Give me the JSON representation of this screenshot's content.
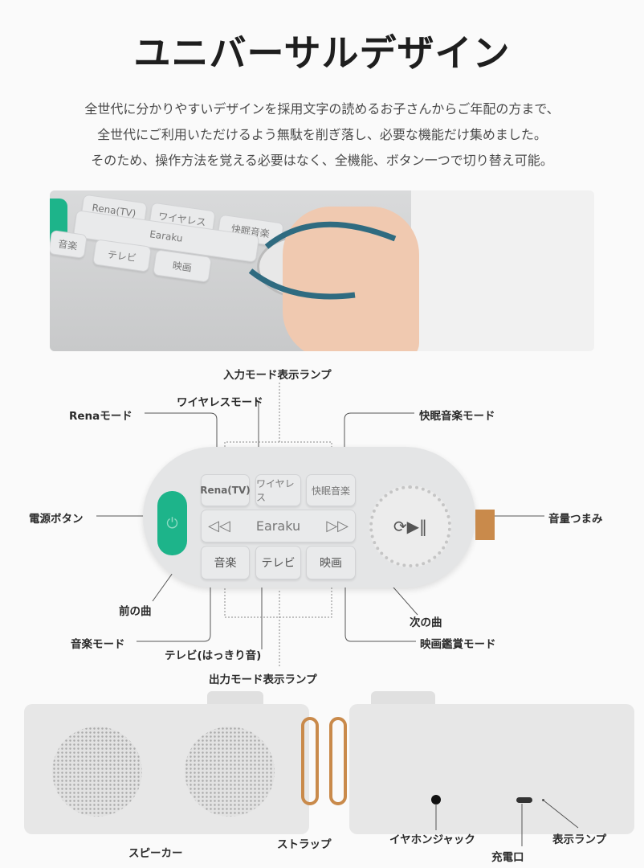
{
  "title": "ユニバーサルデザイン",
  "description": [
    "全世代に分かりやすいデザインを採用文字の読めるお子さんからご年配の方まで、",
    "全世代にご利用いただけるよう無駄を削ぎ落し、必要な機能だけ集めました。",
    "そのため、操作方法を覚える必要はなく、全機能、ボタン一つで切り替え可能。"
  ],
  "device": {
    "brand": "Earaku",
    "buttons": {
      "rena": "Rena(TV)",
      "wireless": "ワイヤレス",
      "sleep": "快眠音楽",
      "music": "音楽",
      "tv": "テレビ",
      "movie": "映画"
    },
    "accent_color": "#1db48a",
    "strap_color": "#c98a4b"
  },
  "callouts": {
    "input_lamp": "入力モード表示ランプ",
    "wireless_mode": "ワイヤレスモード",
    "rena_mode": "Renaモード",
    "sleep_mode": "快眠音楽モード",
    "power": "電源ボタン",
    "volume": "音量つまみ",
    "prev": "前の曲",
    "next": "次の曲",
    "music_mode": "音楽モード",
    "movie_mode": "映画鑑賞モード",
    "tv_mode": "テレビ(はっきり音)",
    "output_lamp": "出力モード表示ランプ"
  },
  "bottom": {
    "speaker": "スピーカー",
    "strap": "ストラップ",
    "earphone": "イヤホンジャック",
    "charge": "充電口",
    "lamp": "表示ランプ"
  }
}
